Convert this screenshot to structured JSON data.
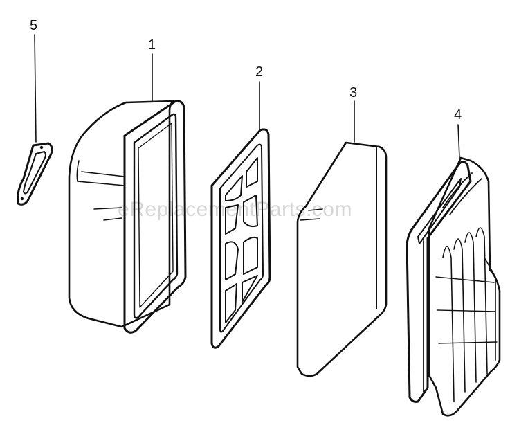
{
  "watermark": "eReplacementParts.com",
  "parts": [
    {
      "id": "5",
      "label": "5"
    },
    {
      "id": "1",
      "label": "1"
    },
    {
      "id": "2",
      "label": "2"
    },
    {
      "id": "3",
      "label": "3"
    },
    {
      "id": "4",
      "label": "4"
    }
  ],
  "colors": {
    "ink": "#111111",
    "paper": "#ffffff",
    "watermark": "#d6d6d6"
  }
}
